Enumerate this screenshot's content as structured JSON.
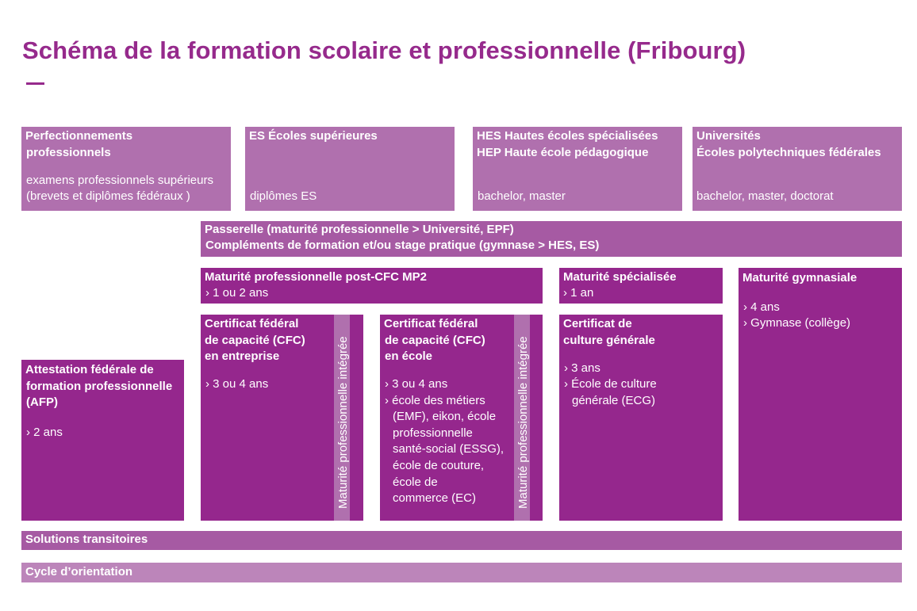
{
  "title": "Schéma de la formation scolaire et professionnelle (Fribourg)",
  "colors": {
    "accent": "#962a8c",
    "dark_box": "#95278d",
    "light_box": "#b070ae",
    "pale_box": "#bc85ba",
    "mid_box": "#a65aa3"
  },
  "top_row": {
    "perfectionnements": {
      "title_l1": "Perfectionnements",
      "title_l2": "professionnels",
      "desc_l1": "examens professionnels supérieurs",
      "desc_l2": "(brevets et diplômes fédéraux )"
    },
    "es": {
      "title": "ES Écoles supérieures",
      "desc": "diplômes ES"
    },
    "hes": {
      "title_l1": "HES Hautes écoles spécialisées",
      "title_l2": "HEP Haute école pédagogique",
      "desc": "bachelor, master"
    },
    "universites": {
      "title_l1": "Universités",
      "title_l2": "Écoles polytechniques fédérales",
      "desc": "bachelor, master, doctorat"
    }
  },
  "passerelle": {
    "line1": "Passerelle (maturité professionnelle > Université, EPF)",
    "line2": "Compléments de formation et/ou stage pratique (gymnase > HES, ES)"
  },
  "maturite_pro_post_cfc": {
    "title": "Maturité professionnelle post-CFC MP2",
    "detail": "› 1 ou 2 ans"
  },
  "maturite_specialisee": {
    "title": "Maturité spécialisée",
    "detail": "› 1 an"
  },
  "maturite_gymnasiale": {
    "title": "Maturité gymnasiale",
    "items": [
      "› 4 ans",
      "› Gymnase (collège)"
    ]
  },
  "cfc_entreprise": {
    "title_l1": "Certificat fédéral",
    "title_l2": "de capacité (CFC)",
    "title_l3": "en entreprise",
    "detail": "› 3 ou 4 ans",
    "vertical": "Maturité professionnelle intégrée"
  },
  "cfc_ecole": {
    "title_l1": "Certificat fédéral",
    "title_l2": "de capacité (CFC)",
    "title_l3": "en école",
    "detail": "› 3 ou 4 ans",
    "schools_l1": "› école des métiers",
    "schools_l2": "(EMF), eikon, école",
    "schools_l3": "professionnelle",
    "schools_l4": "santé-social (ESSG),",
    "schools_l5": "école de couture,",
    "schools_l6": "école de",
    "schools_l7": "commerce (EC)",
    "vertical": "Maturité professionnelle intégrée"
  },
  "culture_generale": {
    "title_l1": "Certificat de",
    "title_l2": "culture générale",
    "detail": "› 3 ans",
    "school_l1": "› École de culture",
    "school_l2": "générale (ECG)"
  },
  "afp": {
    "title_l1": "Attestation fédérale de",
    "title_l2": "formation professionnelle",
    "title_l3": "(AFP)",
    "detail": "› 2 ans"
  },
  "solutions_transitoires": "Solutions transitoires",
  "cycle_orientation": "Cycle d’orientation"
}
